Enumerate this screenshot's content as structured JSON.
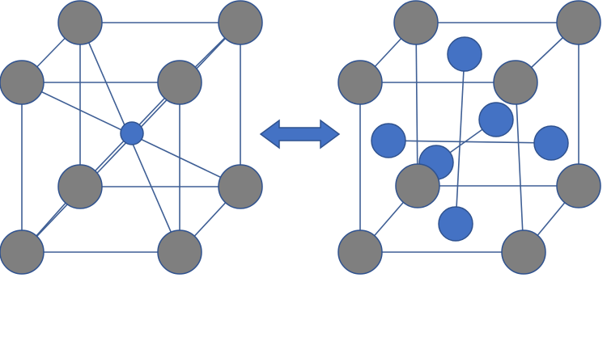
{
  "colors": {
    "background": "#ffffff",
    "lattice_line": "#3f5f95",
    "atom_gray_fill": "#7f7f7f",
    "atom_gray_stroke": "#2f528f",
    "atom_blue_fill": "#4472c4",
    "atom_blue_stroke": "#2f528f",
    "arrow_fill": "#4472c4",
    "arrow_stroke": "#2f528f"
  },
  "diagram": {
    "left_structure": {
      "type": "body-centered cubic",
      "corner_atoms": 8,
      "center_atoms": 1,
      "center_color": "blue",
      "corner_color": "gray"
    },
    "connector": {
      "type": "double-headed arrow",
      "icon": "double-arrow-icon",
      "direction": "horizontal"
    },
    "right_structure": {
      "type": "face-centered cubic",
      "corner_atoms": 8,
      "face_atoms": 6,
      "face_color": "blue",
      "corner_color": "gray"
    }
  }
}
